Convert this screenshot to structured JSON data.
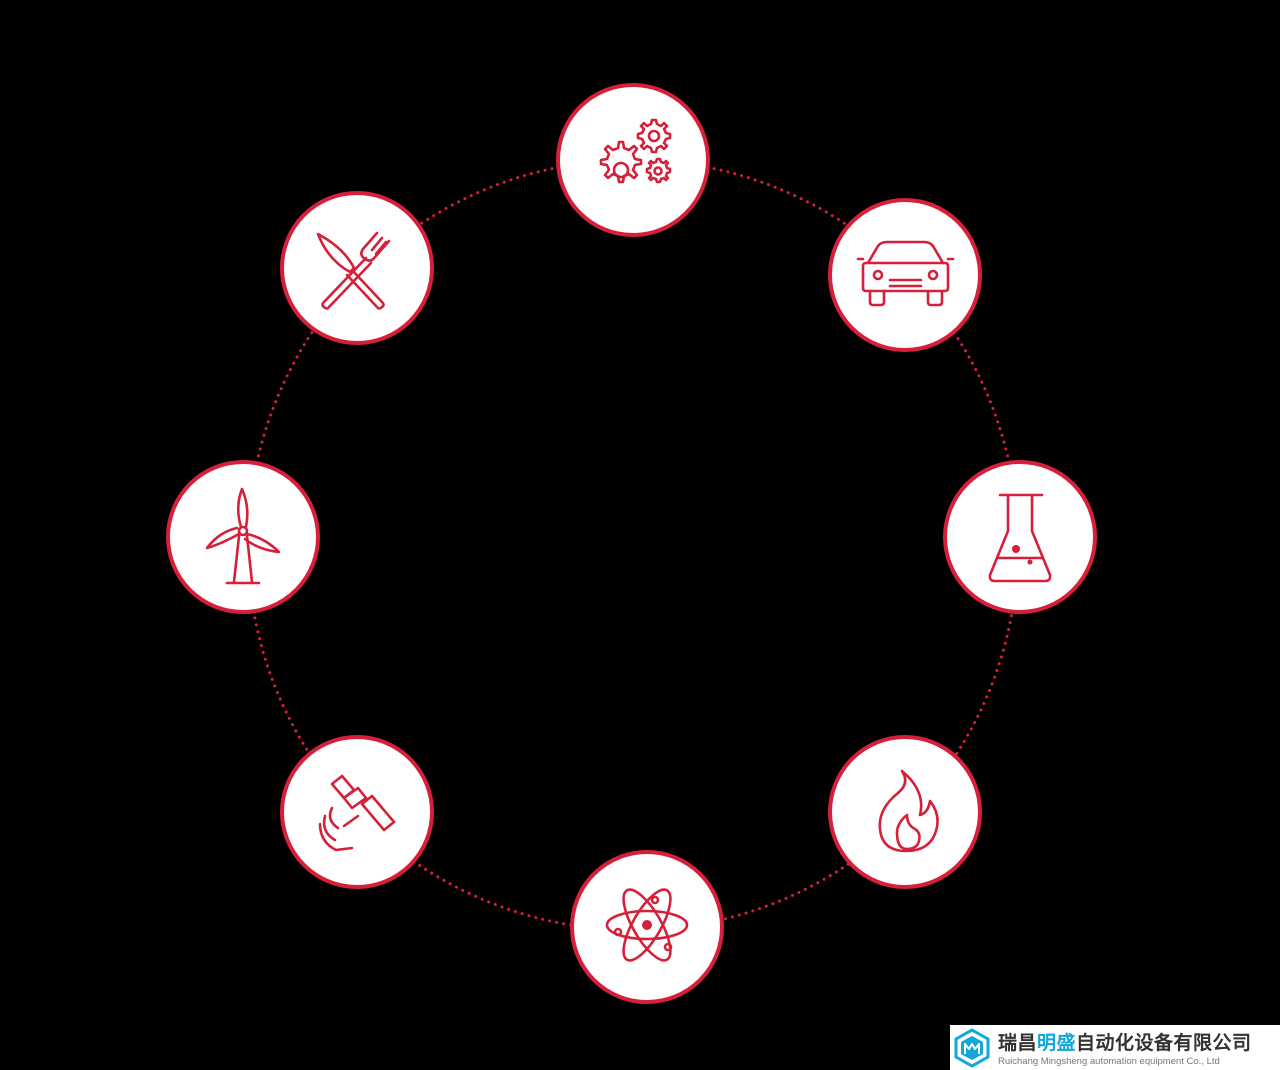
{
  "colors": {
    "background": "#000000",
    "accent": "#d6203a",
    "node_fill": "#ffffff",
    "logo_highlight": "#12a7d8"
  },
  "nodes": [
    {
      "name": "industrial-machinery",
      "icon": "gears-icon"
    },
    {
      "name": "automotive",
      "icon": "car-icon"
    },
    {
      "name": "chemical",
      "icon": "flask-icon"
    },
    {
      "name": "oil-and-gas",
      "icon": "flame-icon"
    },
    {
      "name": "nuclear",
      "icon": "atom-icon"
    },
    {
      "name": "signal-communication",
      "icon": "signal-connector-icon"
    },
    {
      "name": "wind-energy",
      "icon": "wind-turbine-icon"
    },
    {
      "name": "food-industry",
      "icon": "fork-knife-icon"
    }
  ],
  "logo": {
    "name_prefix": "瑞昌",
    "name_highlight": "明盛",
    "name_suffix": "自动化设备有限公司",
    "english_name": "Ruichang Mingsheng automation equipment Co., Ltd",
    "icon": "cube-logo-icon"
  }
}
